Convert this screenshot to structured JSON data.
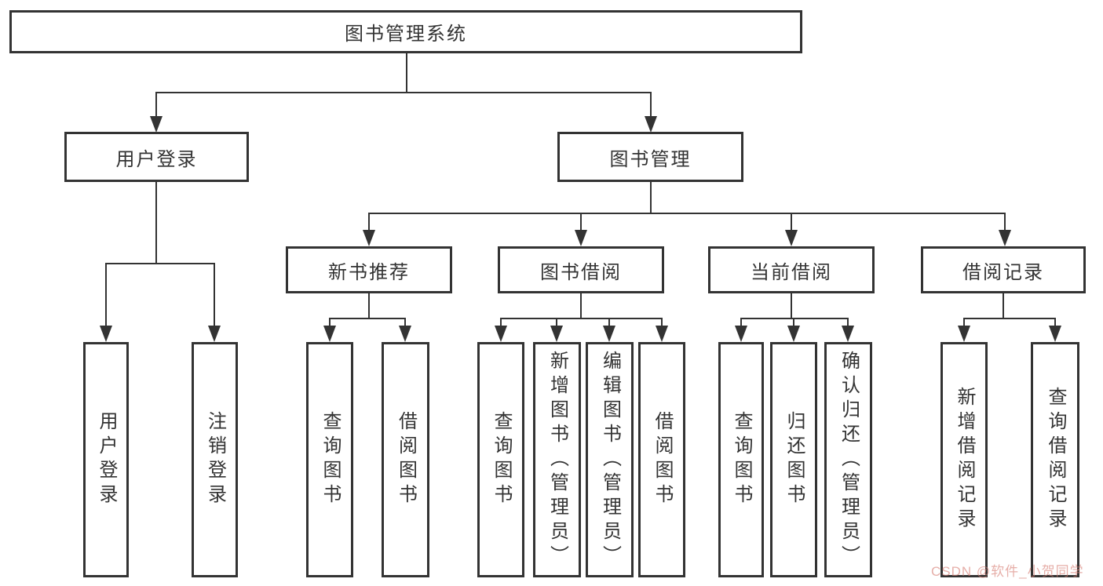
{
  "diagram": {
    "title": "图书管理系统",
    "level2": {
      "user_login": "用户登录",
      "book_mgmt": "图书管理"
    },
    "level3": {
      "new_book": "新书推荐",
      "borrow": "图书借阅",
      "current": "当前借阅",
      "records": "借阅记录"
    },
    "leaves": {
      "user_login": [
        "用户登录",
        "注销登录"
      ],
      "new_book": [
        "查询图书",
        "借阅图书"
      ],
      "borrow": [
        "查询图书",
        "新增图书（管理员）",
        "编辑图书（管理员）",
        "借阅图书"
      ],
      "current": [
        "查询图书",
        "归还图书",
        "确认归还（管理员）"
      ],
      "records": [
        "新增借阅记录",
        "查询借阅记录"
      ]
    },
    "watermark": "CSDN @软件_小贺同学",
    "colors": {
      "line": "#333333",
      "text": "#333333",
      "watermark": "#d77d73",
      "background": "#ffffff"
    }
  }
}
